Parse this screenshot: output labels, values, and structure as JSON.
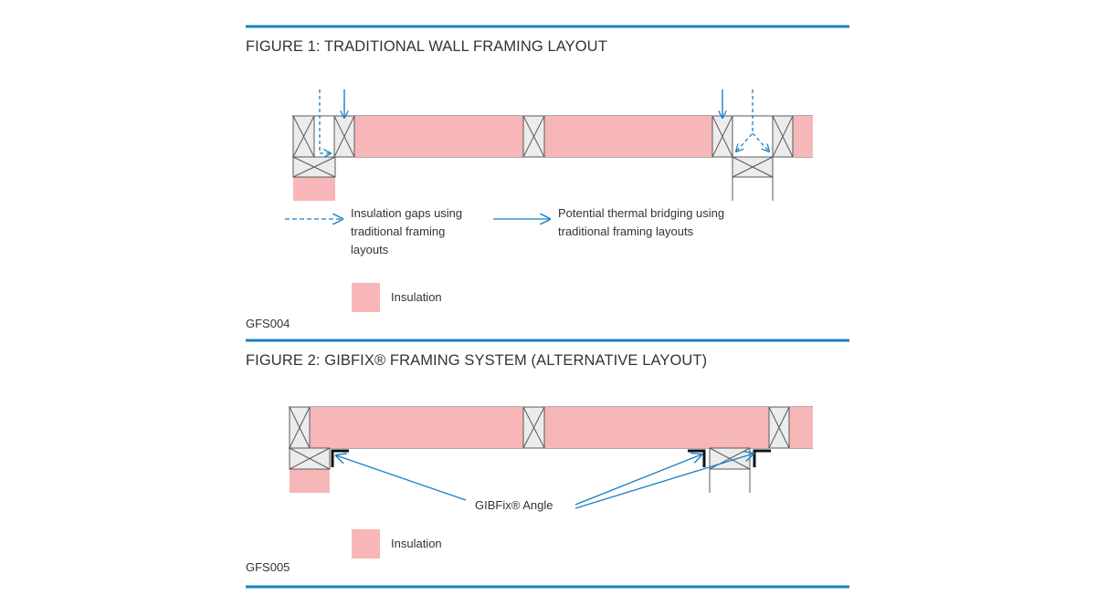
{
  "figure1": {
    "title": "FIGURE 1: TRADITIONAL WALL FRAMING LAYOUT",
    "legend_gaps": [
      "Insulation gaps using",
      "traditional framing",
      "layouts"
    ],
    "legend_bridging": [
      "Potential thermal bridging using",
      "traditional framing layouts"
    ],
    "legend_insulation": "Insulation",
    "code": "GFS004"
  },
  "figure2": {
    "title": "FIGURE 2: GIBFIX® FRAMING SYSTEM (ALTERNATIVE LAYOUT)",
    "angle_label": "GIBFix® Angle",
    "legend_insulation": "Insulation",
    "code": "GFS005"
  },
  "colors": {
    "accent": "#1a7fc4",
    "insulation": "#f7b6b8",
    "stud_fill": "#ececec",
    "stud_stroke": "#5a5a5a",
    "text": "#333333",
    "angle": "#111111"
  }
}
